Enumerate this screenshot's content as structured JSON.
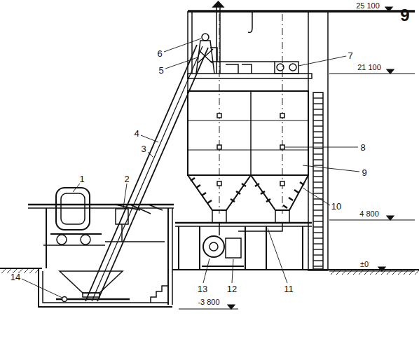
{
  "diagram": {
    "labels": [
      "9",
      "25 100",
      "21 100",
      "4 800",
      "±0",
      "-3 800",
      "6",
      "5",
      "4",
      "3",
      "1",
      "2",
      "14",
      "7",
      "8",
      "9",
      "10",
      "11",
      "12",
      "13"
    ]
  }
}
